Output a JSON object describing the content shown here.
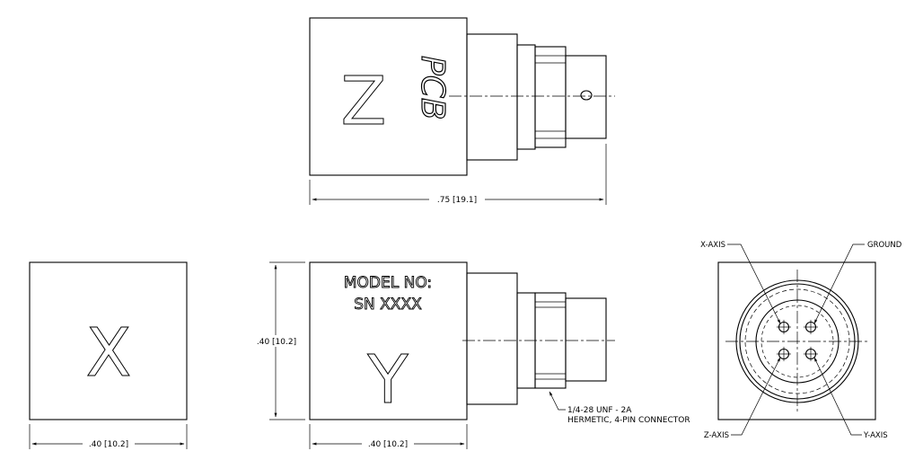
{
  "top_view": {
    "axis_letter": "Z",
    "logo": "PCB",
    "width_dim": ".75 [19.1]"
  },
  "left_view": {
    "axis_letter": "X",
    "width_dim": ".40 [10.2]"
  },
  "front_view": {
    "axis_letter": "Y",
    "model_line1": "MODEL NO:",
    "model_line2": "SN XXXX",
    "height_dim": ".40 [10.2]",
    "width_dim": ".40 [10.2]",
    "connector_note_line1": "1/4-28 UNF - 2A",
    "connector_note_line2": "HERMETIC, 4-PIN CONNECTOR"
  },
  "end_view": {
    "labels": {
      "x_axis": "X-AXIS",
      "ground": "GROUND",
      "z_axis": "Z-AXIS",
      "y_axis": "Y-AXIS"
    }
  }
}
